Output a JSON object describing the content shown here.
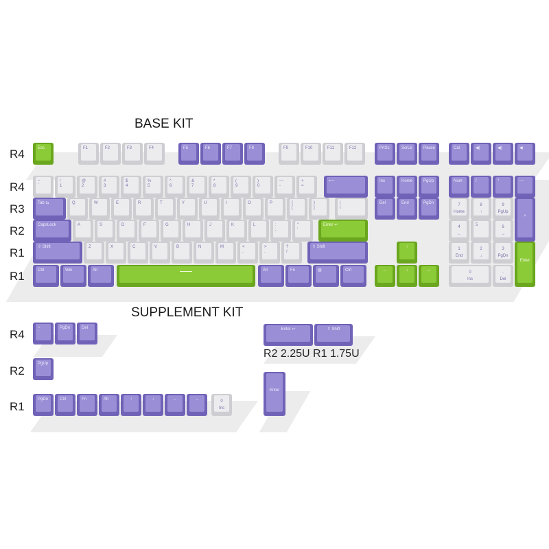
{
  "titles": {
    "base": "BASE KIT",
    "supplement": "SUPPLEMENT KIT"
  },
  "row_labels": {
    "r4": "R4",
    "r3": "R3",
    "r2": "R2",
    "r1": "R1"
  },
  "notes": {
    "enter_sizes": "R2 2.25U R1 1.75U"
  },
  "colors": {
    "white_key": "#ececef",
    "purple_key": "#9a8ed6",
    "green_key": "#8ccb38",
    "legend": "#7a70a8"
  },
  "base_kit": {
    "function_row": [
      "Esc",
      "F1",
      "F2",
      "F3",
      "F4",
      "F5",
      "F6",
      "F7",
      "F8",
      "F9",
      "F10",
      "F11",
      "F12",
      "PrtSc",
      "ScrLk",
      "Pause",
      "Cal",
      "◀)",
      "◀)",
      "◀"
    ],
    "number_row": [
      "~\n`",
      "!\n1",
      "@\n2",
      "#\n3",
      "$\n4",
      "%\n5",
      "^\n6",
      "&\n7",
      "*\n8",
      "(\n9",
      ")\n0",
      "—\n-",
      "+\n=",
      "⟵",
      "Ins",
      "Home",
      "PgUp",
      "Num",
      "/",
      "*",
      "—"
    ],
    "top_row": [
      "Tab ⇆",
      "Q",
      "W",
      "E",
      "R",
      "T",
      "Y",
      "U",
      "I",
      "O",
      "P",
      "{\n[",
      "}\n]",
      "|\n\\",
      "Del",
      "End",
      "PgDn",
      "7",
      "Home",
      "8",
      "↑",
      "9",
      "PgUp",
      "+"
    ],
    "home_row": [
      "CapsLock",
      "A",
      "S",
      "D",
      "F",
      "G",
      "H",
      "J",
      "K",
      "L",
      ":\n;",
      "\"\n'",
      "Enter ↩",
      "4",
      "←",
      "5",
      "6",
      "→"
    ],
    "bottom_row": [
      "⇧ Shift",
      "Z",
      "X",
      "C",
      "V",
      "B",
      "N",
      "M",
      "<\n,",
      ">\n.",
      "?\n/",
      "⇧ Shift",
      "↑",
      "1",
      "End",
      "2",
      "↓",
      "3",
      "PgDn",
      "Enter"
    ],
    "space_row": [
      "Ctrl",
      "Win",
      "Alt",
      "Alt",
      "Fn",
      "▤",
      "Ctrl",
      "←",
      "↓",
      "→",
      "0",
      "Ins",
      ".",
      "Del"
    ]
  },
  "supplement_kit": {
    "r4": [
      "~\n`",
      "PgDn",
      "Del"
    ],
    "r2": [
      "PgUp"
    ],
    "r1": [
      "PgDn",
      "Ctrl",
      "Fn",
      "Alt",
      "↑",
      "↓",
      "←",
      "→",
      "0",
      "Ins"
    ],
    "enter_shift": [
      "Enter ↩",
      "⇧ Shift"
    ],
    "iso_enter": [
      "Enter"
    ]
  }
}
